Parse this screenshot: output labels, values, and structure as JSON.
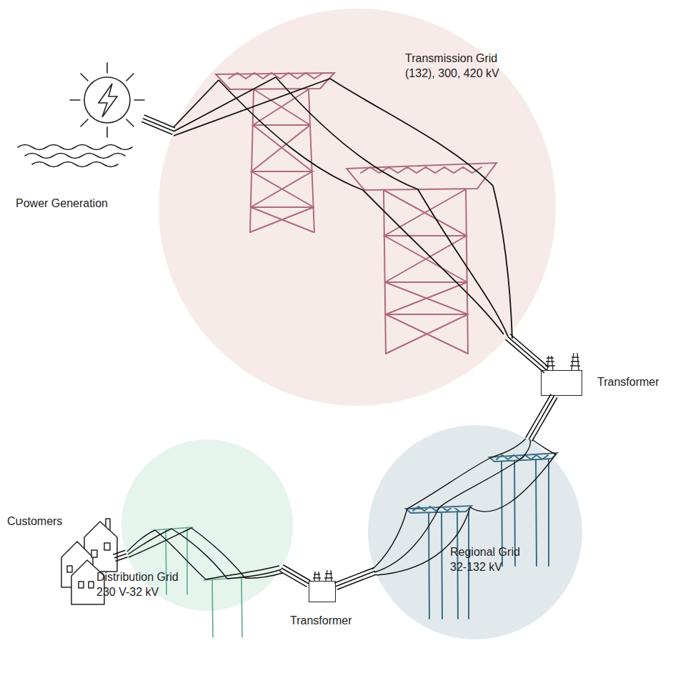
{
  "diagram": {
    "nodes": [
      {
        "text": [
          "Power Generation"
        ]
      },
      {
        "text": [
          "Transmission Grid (132), 300, 420 kV"
        ]
      },
      {
        "text": [
          "Transformer"
        ]
      },
      {
        "text": [
          "Regional Grid 32-132 kV"
        ]
      },
      {
        "text": [
          "Transformer"
        ]
      },
      {
        "text": [
          "Distribution Grid 230 V-32 kV"
        ]
      },
      {
        "text": [
          "Customers"
        ]
      }
    ],
    "edges": [
      {
        "from": 0,
        "to": 1,
        "arrow": "none"
      },
      {
        "from": 1,
        "to": 2,
        "arrow": "none"
      },
      {
        "from": 2,
        "to": 3,
        "arrow": "none"
      },
      {
        "from": 3,
        "to": 4,
        "arrow": "none"
      },
      {
        "from": 4,
        "to": 5,
        "arrow": "none"
      },
      {
        "from": 5,
        "to": 6,
        "arrow": "none"
      }
    ]
  }
}
